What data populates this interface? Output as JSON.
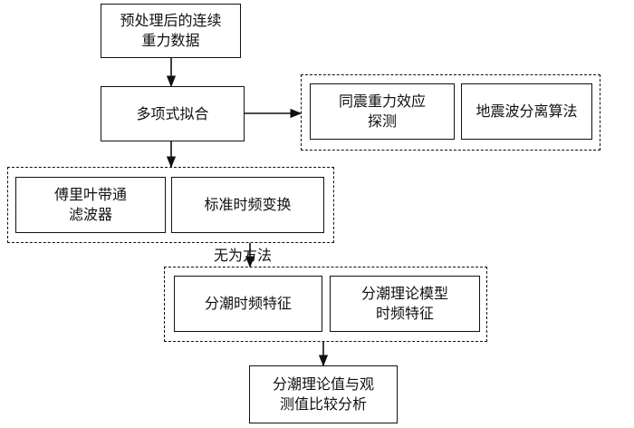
{
  "nodes": {
    "preprocess": "预处理后的连续\n重力数据",
    "polyfit": "多项式拟合",
    "cosiesmic": "同震重力效应\n探测",
    "separation": "地震波分离算法",
    "fourier": "傅里叶带通\n滤波器",
    "stft": "标准时频变换",
    "tidal_tf": "分潮时频特征",
    "model_tf": "分潮理论模型\n时频特征",
    "compare": "分潮理论值与观\n测值比较分析"
  },
  "edge_labels": {
    "method": "无为方法"
  }
}
